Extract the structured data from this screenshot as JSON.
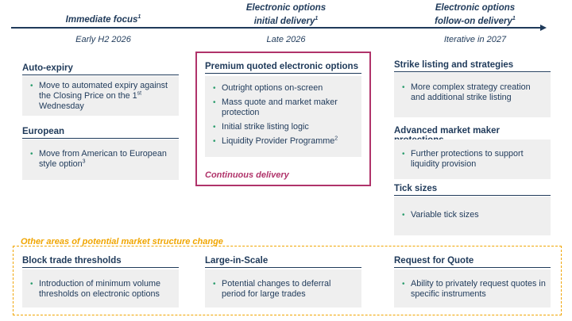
{
  "phases": [
    {
      "title": "Immediate focus",
      "sup": "1",
      "date": "Early H2 2026"
    },
    {
      "title_line1": "Electronic options",
      "title_line2": "initial delivery",
      "sup": "1",
      "date": "Late 2026"
    },
    {
      "title_line1": "Electronic options",
      "title_line2": "follow-on delivery",
      "sup": "1",
      "date": "Iterative in 2027"
    }
  ],
  "left": {
    "autoexpiry": {
      "heading": "Auto-expiry",
      "bullet_text": "Move to automated expiry against the Closing Price on the 1",
      "bullet_sup": "st",
      "bullet_tail": " Wednesday"
    },
    "european": {
      "heading": "European",
      "bullet_text": "Move from American to European style option",
      "bullet_sup": "3"
    }
  },
  "middle": {
    "heading": "Premium quoted electronic options",
    "bullets": [
      "Outright options on-screen",
      "Mass quote and market maker protection",
      "Initial strike listing logic"
    ],
    "last_bullet": "Liquidity Provider Programme",
    "last_sup": "2",
    "continuous": "Continuous delivery"
  },
  "right": {
    "strike": {
      "heading": "Strike listing and strategies",
      "bullet": "More complex strategy creation and additional strike listing"
    },
    "advanced": {
      "heading": "Advanced market maker protections",
      "bullet": "Further protections to support liquidity provision"
    },
    "tick": {
      "heading": "Tick sizes",
      "bullet": "Variable tick sizes"
    }
  },
  "other": {
    "title": "Other areas of potential market structure change",
    "block": {
      "heading": "Block trade thresholds",
      "bullet": "Introduction of minimum volume thresholds on electronic options"
    },
    "lis": {
      "heading": "Large-in-Scale",
      "bullet": "Potential changes to deferral period for large trades"
    },
    "rfq": {
      "heading": "Request for Quote",
      "bullet": "Ability to privately request quotes in specific instruments"
    }
  },
  "colors": {
    "navy": "#1f3a5a",
    "bullet_green": "#2e9e6f",
    "magenta": "#b0336a",
    "orange": "#f0a500",
    "panel_grey": "#efefef"
  }
}
